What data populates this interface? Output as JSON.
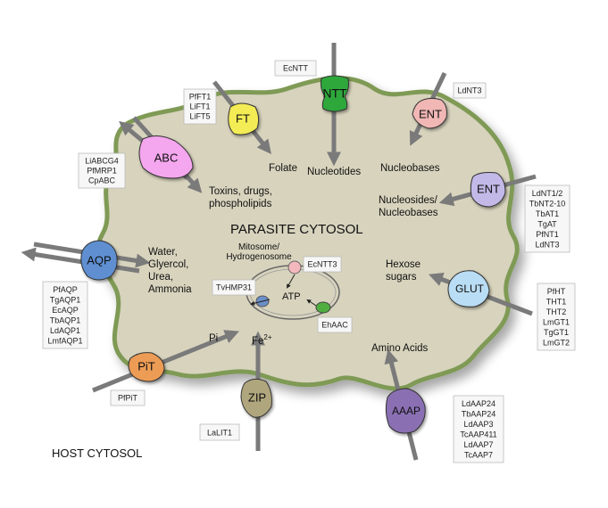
{
  "labels": {
    "cytosol": "PARASITE CYTOSOL",
    "host": "HOST CYTOSOL",
    "mitosome": "Mitosome/",
    "hydrogenosome": "Hydrogenosome",
    "atp": "ATP",
    "folate": "Folate",
    "nucleotides": "Nucleotides",
    "nucleobases": "Nucleobases",
    "nucleosides1": "Nucleosides/",
    "nucleosides2": "Nucleobases",
    "toxins1": "Toxins, drugs,",
    "toxins2": "phospholipids",
    "water": "Water,",
    "glycerol": "Glyercol,",
    "urea": "Urea,",
    "ammonia": "Ammonia",
    "hexose1": "Hexose",
    "hexose2": "sugars",
    "amino": "Amino Acids",
    "pi": "Pi",
    "fe": "Fe",
    "fe_sup": "2+"
  },
  "transporters": {
    "ntt": "NTT",
    "ent_top": "ENT",
    "ent_right": "ENT",
    "ft": "FT",
    "abc": "ABC",
    "aqp": "AQP",
    "glut": "GLUT",
    "aaap": "AAAP",
    "zip": "ZIP",
    "pit": "PiT"
  },
  "boxes": {
    "ecntt": [
      "EcNTT"
    ],
    "ldnt3": [
      "LdNT3"
    ],
    "pfft": [
      "PfFT1",
      "LiFT1",
      "LiFT5"
    ],
    "abc": [
      "LiABCG4",
      "PfMRP1",
      "CpABC"
    ],
    "ent": [
      "LdNT1/2",
      "TbNT2-10",
      "TbAT1",
      "TgAT",
      "PfNT1",
      "LdNT3"
    ],
    "aqp": [
      "PfAQP",
      "TgAQP1",
      "EcAQP",
      "TbAQP1",
      "LdAQP1",
      "LmfAQP1"
    ],
    "glut": [
      "PfHT",
      "THT1",
      "THT2",
      "LmGT1",
      "TgGT1",
      "LmGT2"
    ],
    "aaap": [
      "LdAAP24",
      "TbAAP24",
      "LdAAP3",
      "TcAAP411",
      "LdAAP7",
      "TcAAP7"
    ],
    "pit": [
      "PfPiT"
    ],
    "zip": [
      "LaLIT1"
    ],
    "ecntt3": [
      "EcNTT3"
    ],
    "tvhmp31": [
      "TvHMP31"
    ],
    "ehaac": [
      "EhAAC"
    ]
  },
  "colors": {
    "cell_fill": "#d7d3bd",
    "cell_stroke": "#7f9a55",
    "arrow": "#7a7a7a",
    "ntt": "#2fa83a",
    "ent_top": "#f1b7b5",
    "ent_right": "#c3b9e8",
    "ft": "#f4ec55",
    "abc": "#f4a6ee",
    "aqp": "#5f8fd1",
    "glut": "#b9ddf4",
    "aaap": "#8a6fb3",
    "zip": "#b0a67d",
    "pit": "#ec9c55"
  }
}
